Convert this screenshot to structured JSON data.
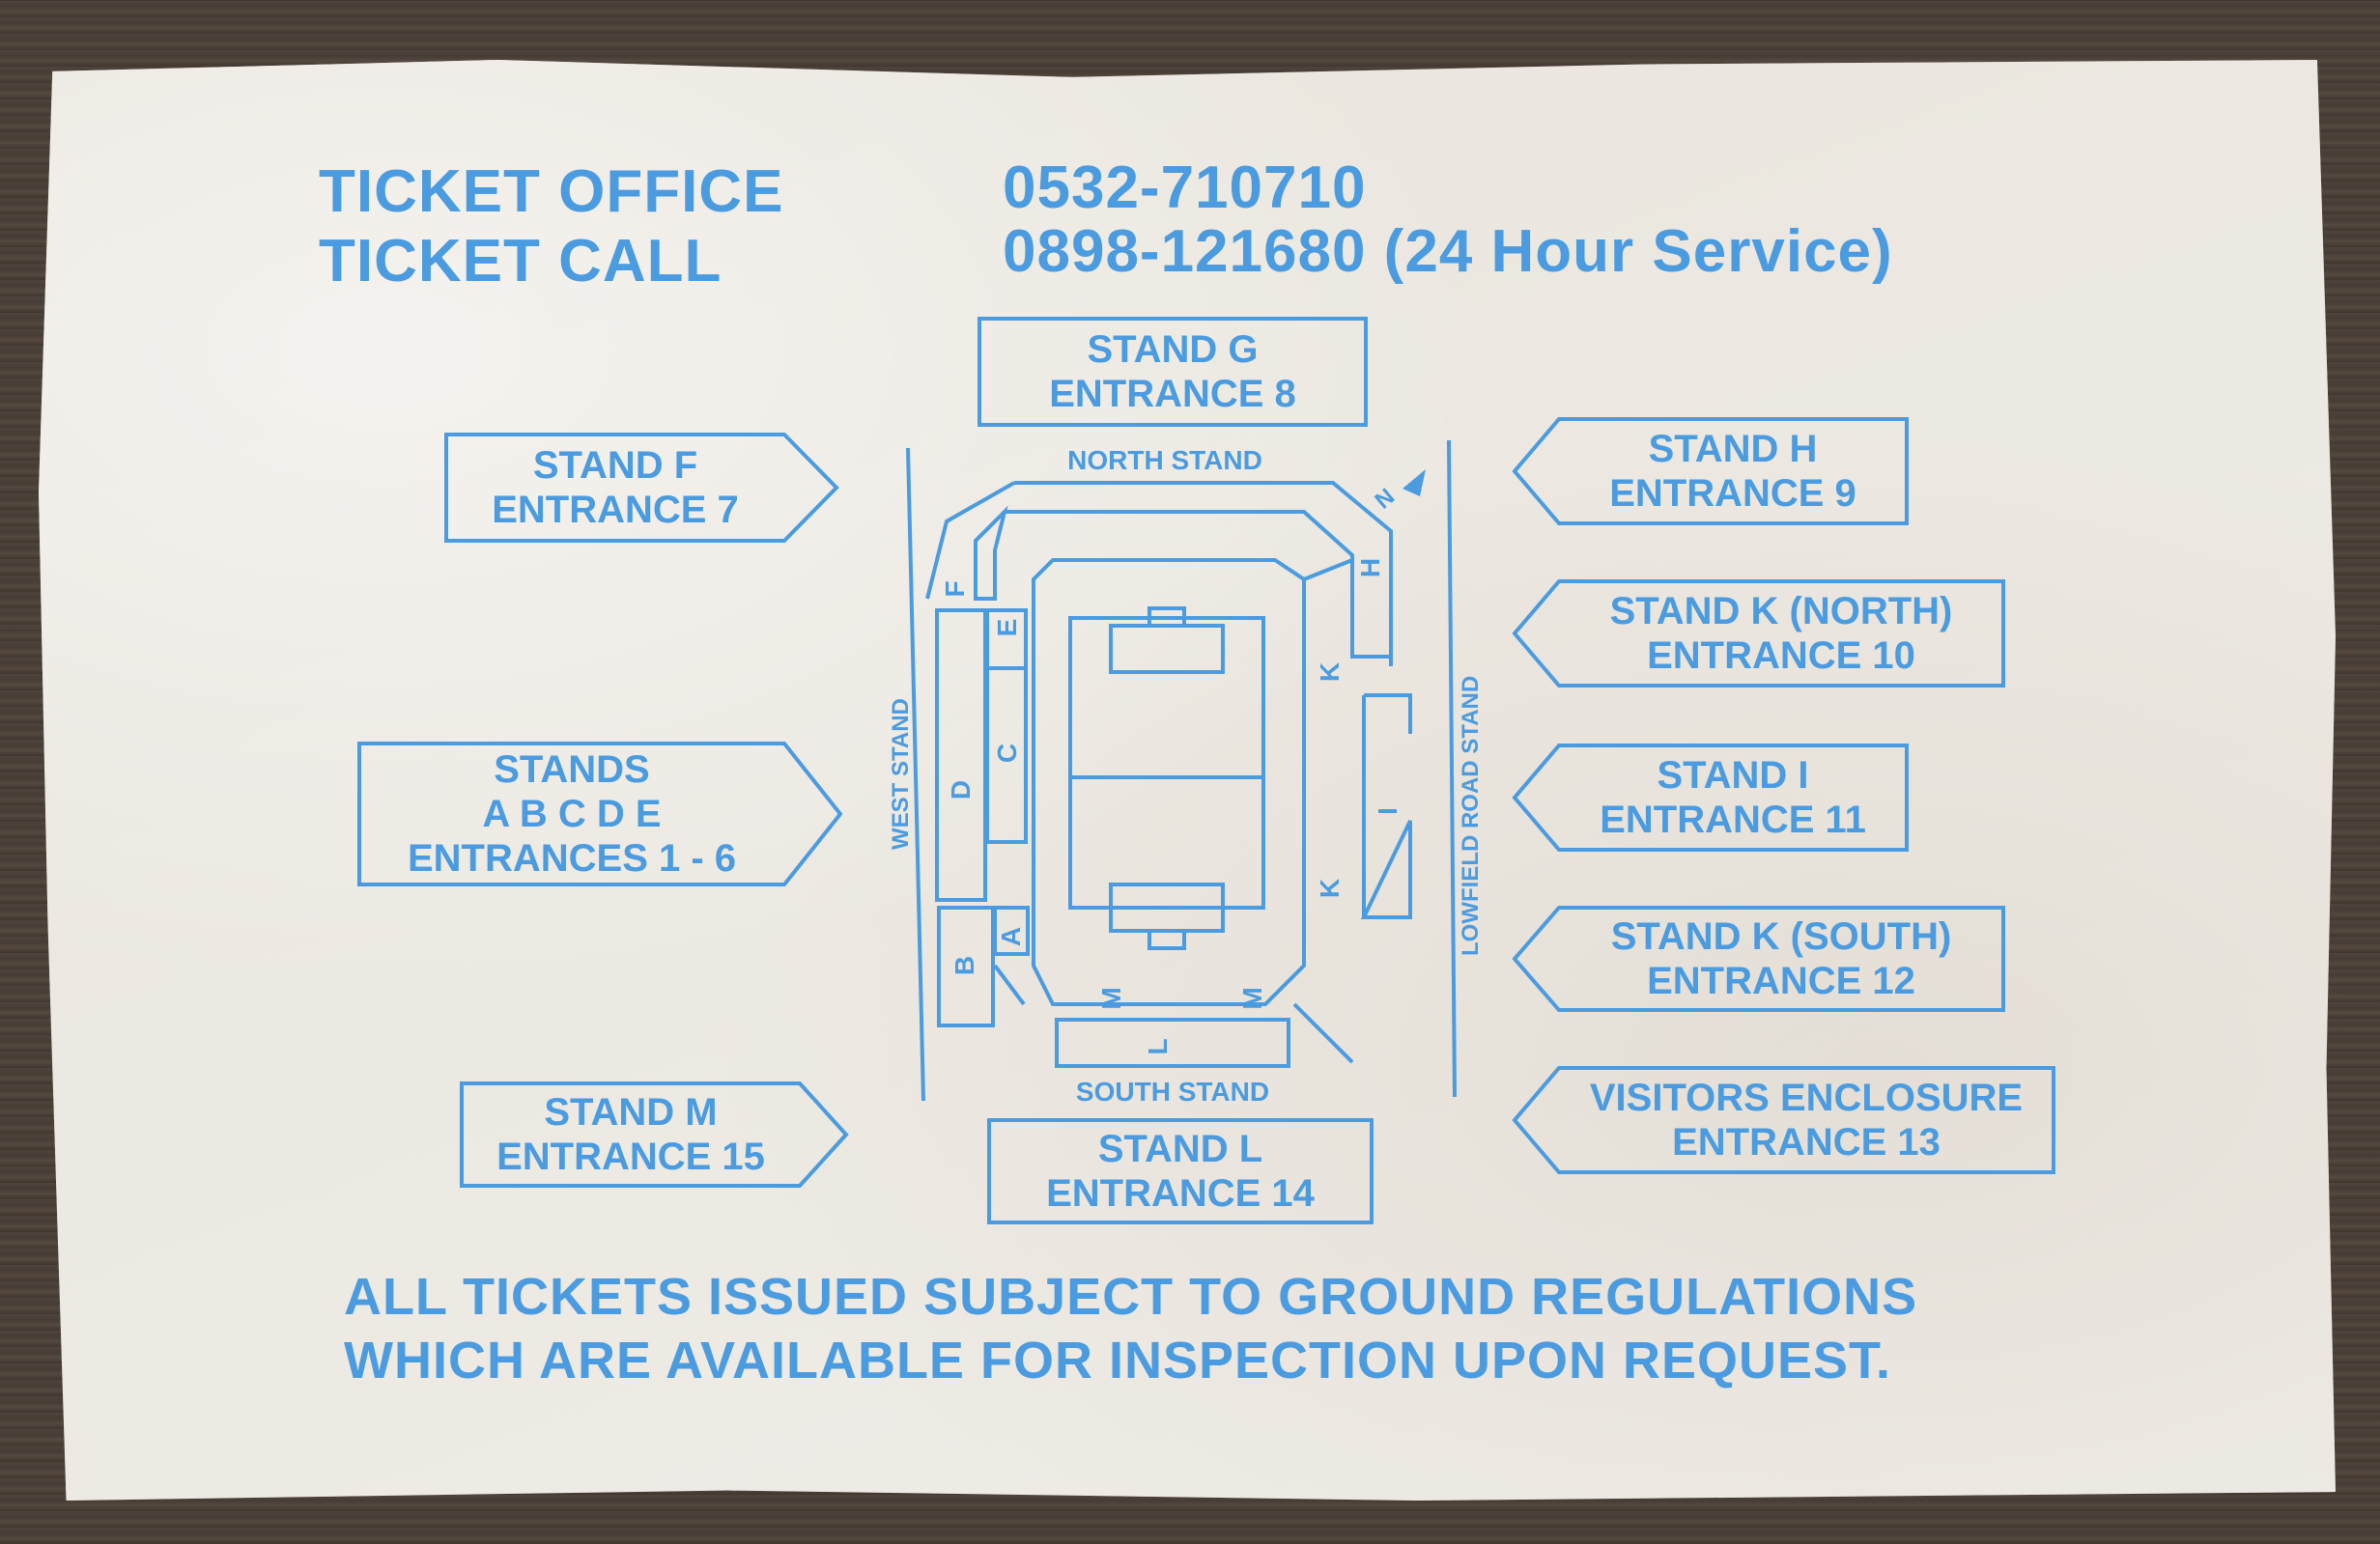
{
  "header": {
    "office_label": "TICKET OFFICE",
    "office_number": "0532-710710",
    "call_label": "TICKET CALL",
    "call_number": "0898-121680 (24 Hour Service)"
  },
  "boxes": {
    "stand_g": [
      "STAND G",
      "ENTRANCE 8"
    ],
    "stand_f": [
      "STAND F",
      "ENTRANCE 7"
    ],
    "stands_abcde": [
      "STANDS",
      "A B C D E",
      "ENTRANCES 1 - 6"
    ],
    "stand_m": [
      "STAND M",
      "ENTRANCE 15"
    ],
    "stand_l": [
      "STAND L",
      "ENTRANCE 14"
    ],
    "stand_h": [
      "STAND H",
      "ENTRANCE 9"
    ],
    "stand_k_north": [
      "STAND K (NORTH)",
      "ENTRANCE 10"
    ],
    "stand_i": [
      "STAND I",
      "ENTRANCE 11"
    ],
    "stand_k_south": [
      "STAND K (SOUTH)",
      "ENTRANCE 12"
    ],
    "visitors": [
      "VISITORS ENCLOSURE",
      "ENTRANCE 13"
    ]
  },
  "map": {
    "north_stand": "NORTH STAND",
    "south_stand": "SOUTH STAND",
    "west_stand": "WEST STAND",
    "lowfield_road_stand": "LOWFIELD ROAD STAND",
    "north_marker": "N",
    "sections": {
      "a": "A",
      "b": "B",
      "c": "C",
      "d": "D",
      "e": "E",
      "f": "F",
      "h": "H",
      "i": "I",
      "k1": "K",
      "k2": "K",
      "l": "L",
      "m1": "M",
      "m2": "M"
    }
  },
  "regulations": {
    "line1": "ALL TICKETS ISSUED SUBJECT TO GROUND REGULATIONS",
    "line2": "WHICH ARE AVAILABLE FOR INSPECTION UPON REQUEST."
  },
  "colors": {
    "ink": "#4a9be0",
    "paper": "#eeebe6"
  }
}
